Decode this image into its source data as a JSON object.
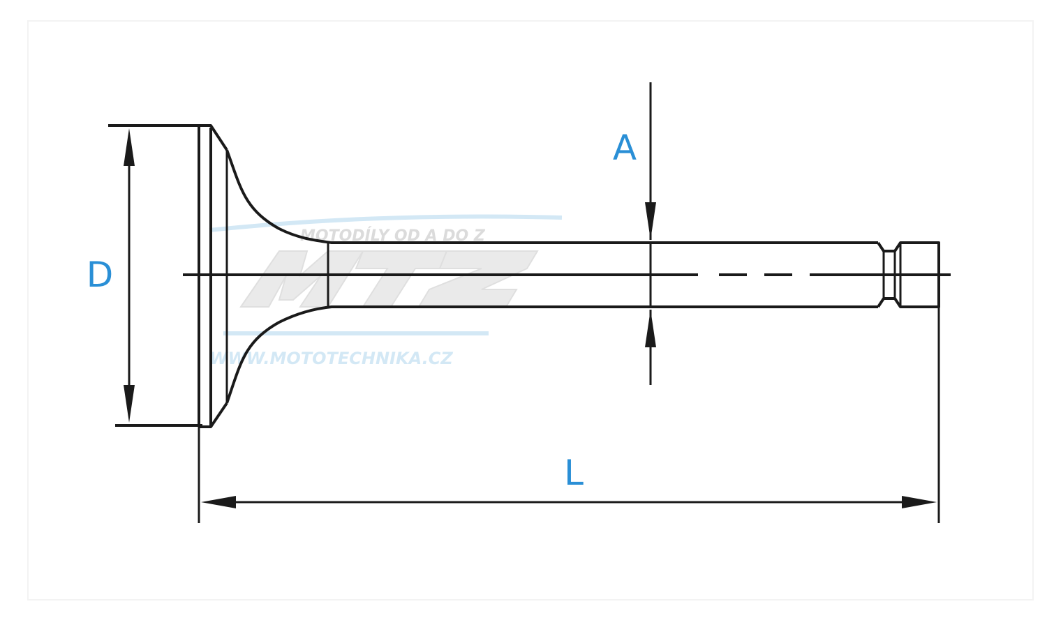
{
  "labels": {
    "d": "D",
    "a": "A",
    "l": "L"
  },
  "watermark": {
    "logo": "MTZ",
    "tagline": "MOTODÍLY OD A DO Z",
    "url": "WWW.MOTOTECHNIKA.CZ"
  },
  "colors": {
    "line": "#1a1a1a",
    "label": "#2a8fd6",
    "watermark": "#e6e6e6",
    "watermark_accent": "#cfe6f5"
  }
}
